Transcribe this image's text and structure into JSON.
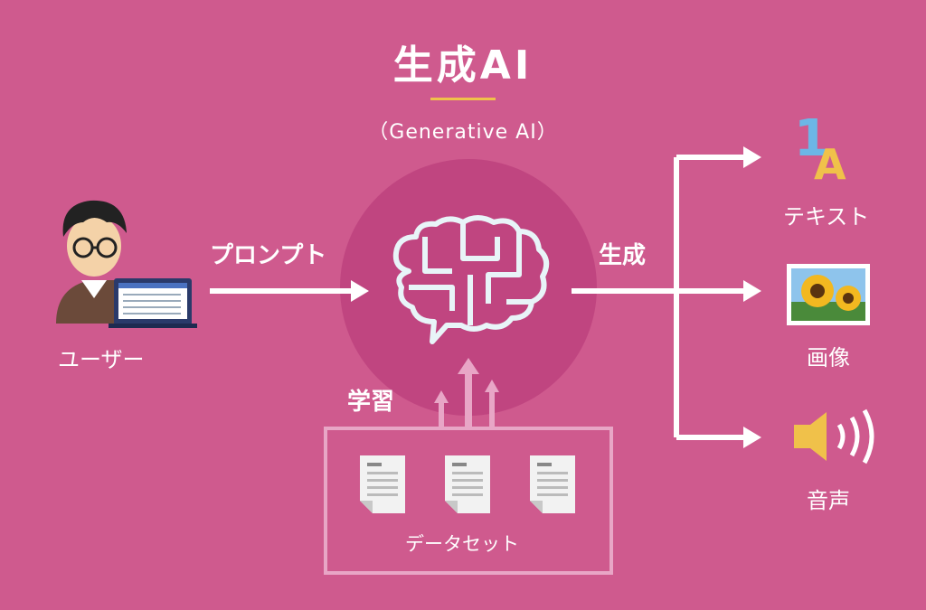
{
  "title": "生成AI",
  "subtitle": "（Generative AI）",
  "user_label": "ユーザー",
  "prompt_label": "プロンプト",
  "generate_label": "生成",
  "learning_label": "学習",
  "dataset_label": "データセット",
  "outputs": {
    "text": {
      "label": "テキスト",
      "icon_glyph_1": "1",
      "icon_glyph_2": "A"
    },
    "image": {
      "label": "画像"
    },
    "audio": {
      "label": "音声"
    }
  },
  "colors": {
    "background": "#cf5a8e",
    "circle": "#c04580",
    "brain": "#e8f4f8",
    "accent_yellow": "#f0c14a",
    "text_icon_blue": "#6cb6e6"
  }
}
